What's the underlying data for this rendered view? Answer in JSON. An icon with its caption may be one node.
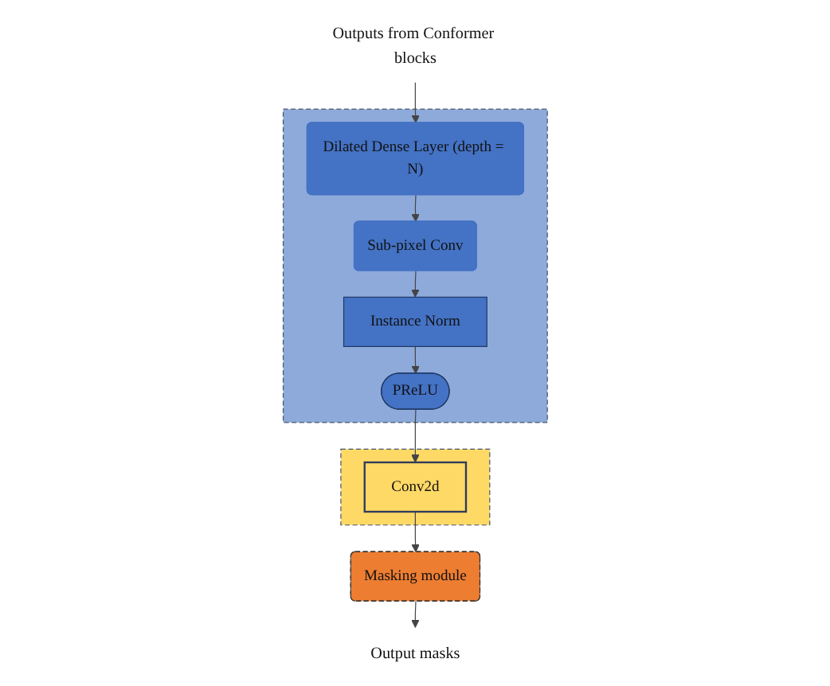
{
  "diagram": {
    "nodes": [
      {
        "text": [
          "Outputs from Conformer blocks"
        ]
      },
      {
        "text": [],
        "shape": "box"
      },
      {
        "text": [
          "Dilated Dense Layer (depth = N)"
        ],
        "in": 1
      },
      {
        "text": [
          "Sub-pixel Conv"
        ],
        "in": 1
      },
      {
        "text": [
          "Instance Norm"
        ],
        "in": 1
      },
      {
        "text": [
          "PReLU"
        ],
        "in": 1
      },
      {
        "text": [],
        "shape": "box"
      },
      {
        "text": [
          "Conv2d"
        ],
        "in": 6
      },
      {
        "text": [
          "Masking module"
        ]
      },
      {
        "text": [
          "Output masks"
        ]
      }
    ],
    "edges": [
      {
        "from": 0,
        "to": 2,
        "arrow": "to"
      },
      {
        "from": 2,
        "to": 3,
        "arrow": "to"
      },
      {
        "from": 3,
        "to": 4,
        "arrow": "to"
      },
      {
        "from": 4,
        "to": 5,
        "arrow": "to"
      },
      {
        "from": 5,
        "to": 7,
        "arrow": "to"
      },
      {
        "from": 7,
        "to": 8,
        "arrow": "to"
      },
      {
        "from": 8,
        "to": 9,
        "arrow": "to"
      }
    ]
  }
}
